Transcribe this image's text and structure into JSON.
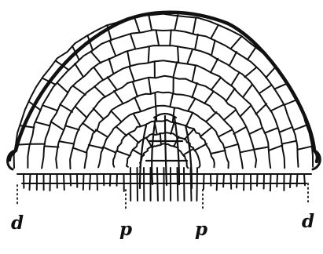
{
  "figure": {
    "labels": {
      "left_d": "d",
      "left_p": "p",
      "right_p": "p",
      "right_d": "d"
    },
    "colors": {
      "ink": "#111111",
      "background": "#ffffff"
    }
  }
}
